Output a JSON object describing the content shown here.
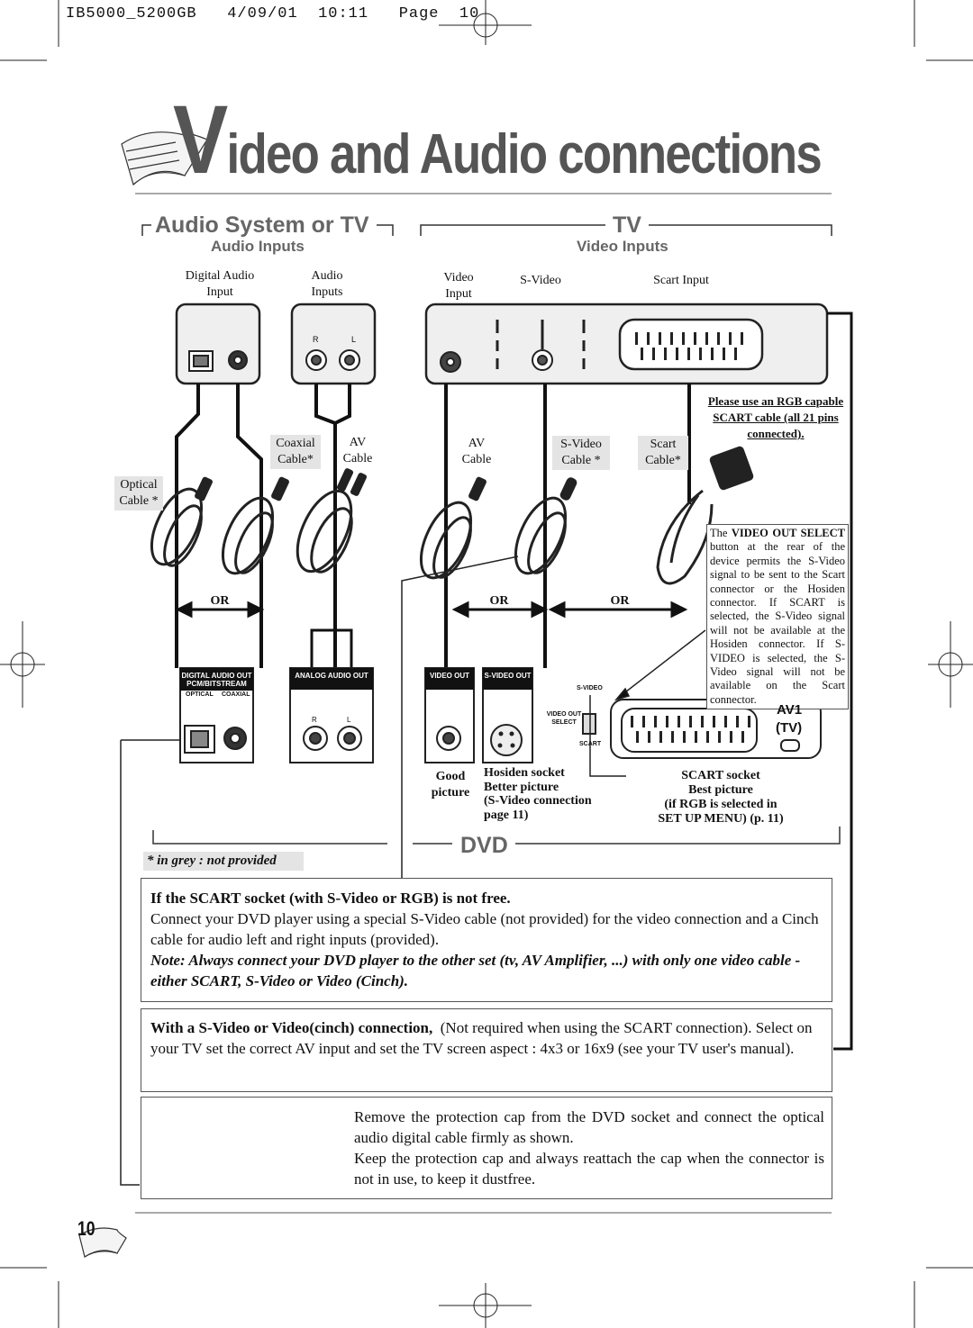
{
  "header": {
    "file": "IB5000_5200GB",
    "date": "4/09/01",
    "time": "10:11",
    "page_label": "Page",
    "page_no": "10"
  },
  "title": {
    "first_letter": "V",
    "rest": "ideo and Audio connections"
  },
  "sections": {
    "audio_title": "Audio System or TV",
    "audio_sub": "Audio Inputs",
    "tv_title": "TV",
    "tv_sub": "Video Inputs",
    "dvd_title": "DVD"
  },
  "labels": {
    "digital_audio_input": "Digital Audio Input",
    "audio_inputs": "Audio Inputs",
    "video_input": "Video Input",
    "s_video": "S-Video",
    "scart_input": "Scart Input",
    "r": "R",
    "l": "L",
    "coaxial_cable": "Coaxial Cable*",
    "av_cable": "AV Cable",
    "optical_cable": "Optical Cable *",
    "av_cable2": "AV Cable",
    "s_video_cable": "S-Video Cable *",
    "scart_cable": "Scart Cable*",
    "or": "OR",
    "rgb_note": "Please use an RGB capable SCART cable (all 21 pins connected).",
    "vos_bold": "VIDEO OUT SELECT",
    "vos_pre": "The",
    "vos_text": "button at the rear of the device permits the S-Video signal to be sent to the Scart connector or the Hosiden connector. If SCART is selected, the S-Video signal will not be available at the Hosiden connector. If S-VIDEO is selected, the S-Video signal will not be available on the Scart connector.",
    "digital_audio_out": "DIGITAL AUDIO OUT PCM/BITSTREAM",
    "optical": "OPTICAL",
    "coaxial": "COAXIAL",
    "analog_audio_out": "ANALOG AUDIO OUT",
    "video_out": "VIDEO OUT",
    "s_video_out": "S-VIDEO OUT",
    "s_video_small": "S-VIDEO",
    "video_out_select": "VIDEO OUT SELECT",
    "scart_small": "SCART",
    "av1": "AV1",
    "tv_paren": "(TV)",
    "good_picture": "Good picture",
    "hosiden_socket": "Hosiden socket",
    "better_picture": "Better picture",
    "svideo_conn": "(S-Video connection page 11)",
    "scart_socket": "SCART socket",
    "best_picture": "Best picture",
    "if_rgb": "(if RGB is selected in",
    "setup_menu": "SET UP MENU) (p. 11)",
    "in_grey": "* in grey : not provided"
  },
  "box1": {
    "heading": "If the SCART socket (with S-Video or RGB) is not free.",
    "text": "Connect your DVD player using a special S-Video cable (not provided) for the video connection and a Cinch cable for audio left and right inputs (provided).",
    "note": "Note: Always connect your DVD player to the other set (tv, AV Amplifier, ...) with only one video cable - either SCART, S-Video or Video (Cinch)."
  },
  "box2": {
    "heading": "With a S-Video or Video(cinch) connection,",
    "text1": "(Not required when using the SCART",
    "text2": "connection). Select on your TV set the correct AV input and set the TV screen aspect : 4x3 or 16x9 (see your TV user's manual)."
  },
  "box3": {
    "text1": "Remove the protection cap from the DVD socket and connect the optical audio digital cable firmly as shown.",
    "text2": "Keep the protection cap and always reattach the cap when the connector is not in use, to keep it dustfree."
  },
  "footer": {
    "page_number": "10"
  }
}
